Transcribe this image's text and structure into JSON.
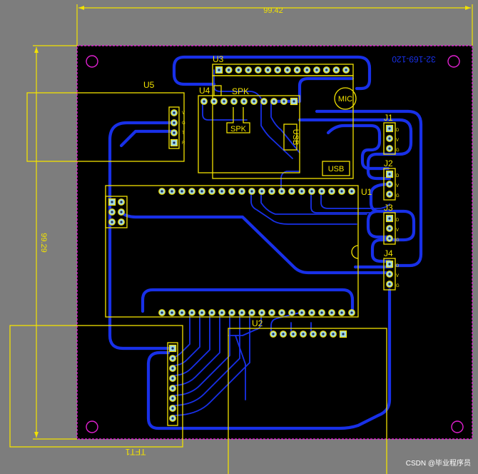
{
  "board": {
    "width_dim": "99.42",
    "height_dim": "99.29",
    "mirrored_text": "32-169-120"
  },
  "components": {
    "u5": "U5",
    "u3": "U3",
    "u4": "U4",
    "spk_label": "SPK",
    "spk_box": "SPK",
    "usb_vertical": "USB",
    "usb_box": "USB",
    "mic": "MIC",
    "u1": "U1",
    "u2": "U2",
    "j1": "J1",
    "j2": "J2",
    "j3": "J3",
    "j4": "J4",
    "tft1": "TFT1"
  },
  "pin_labels": {
    "u5": [
      "V",
      "G",
      "T",
      "R"
    ],
    "j": [
      "D",
      "V",
      "G"
    ]
  },
  "watermark": "CSDN @毕业程序员",
  "colors": {
    "background": "#7d7d7d",
    "board": "#000000",
    "silkscreen": "#f2e200",
    "trace": "#1830e8",
    "outline": "#e020d0"
  }
}
